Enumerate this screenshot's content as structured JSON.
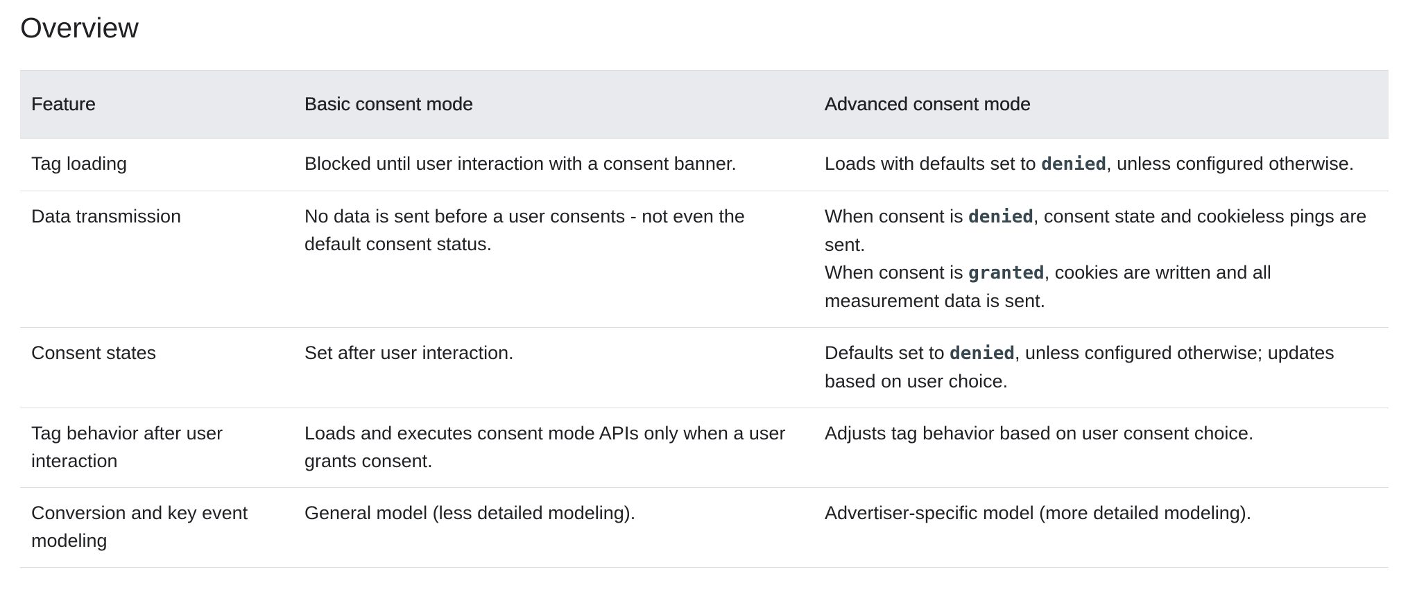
{
  "page": {
    "title": "Overview"
  },
  "table": {
    "headers": [
      "Feature",
      "Basic consent mode",
      "Advanced consent mode"
    ],
    "rows": [
      {
        "feature": "Tag loading",
        "basic": "Blocked until user interaction with a consent banner.",
        "advanced": {
          "lines": [
            {
              "pre": "Loads with defaults set to ",
              "code": "denied",
              "post": ", unless configured otherwise."
            }
          ]
        }
      },
      {
        "feature": "Data transmission",
        "basic": "No data is sent before a user consents - not even the default consent status.",
        "advanced": {
          "lines": [
            {
              "pre": "When consent is ",
              "code": "denied",
              "post": ", consent state and cookieless pings are sent."
            },
            {
              "pre": "When consent is ",
              "code": "granted",
              "post": ", cookies are written and all measurement data is sent."
            }
          ]
        }
      },
      {
        "feature": "Consent states",
        "basic": "Set after user interaction.",
        "advanced": {
          "lines": [
            {
              "pre": "Defaults set to ",
              "code": "denied",
              "post": ", unless configured otherwise; updates based on user choice."
            }
          ]
        }
      },
      {
        "feature": "Tag behavior after user interaction",
        "basic": "Loads and executes consent mode APIs only when a user grants consent.",
        "advanced": {
          "lines": [
            {
              "pre": "Adjusts tag behavior based on user consent choice."
            }
          ]
        }
      },
      {
        "feature": "Conversion and key event modeling",
        "basic": "General model (less detailed modeling).",
        "advanced": {
          "lines": [
            {
              "pre": "Advertiser-specific model (more detailed modeling)."
            }
          ]
        }
      }
    ]
  }
}
